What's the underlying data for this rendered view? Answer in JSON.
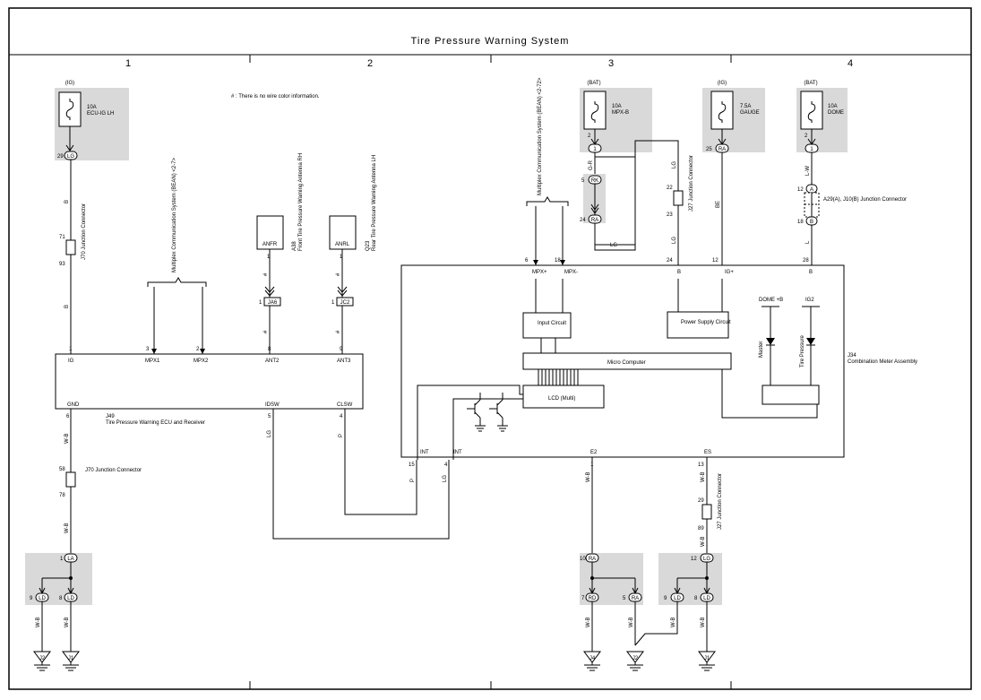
{
  "title": "Tire Pressure Warning System",
  "columns": [
    "1",
    "2",
    "3",
    "4"
  ],
  "note": "# : There is no wire color information.",
  "fuses": [
    {
      "supply": "(IG)",
      "rating": "10A",
      "name": "ECU-IG LH",
      "pin": "29",
      "conn": "LG"
    },
    {
      "supply": "(BAT)",
      "rating": "10A",
      "name": "MPX-B",
      "pin": "2",
      "conn": "1"
    },
    {
      "supply": "(IG)",
      "rating": "7.5A",
      "name": "GAUGE",
      "pin": "25",
      "conn": "RA"
    },
    {
      "supply": "(BAT)",
      "rating": "10A",
      "name": "DOME",
      "pin": "2",
      "conn": "1"
    }
  ],
  "ecu": {
    "label": "J49",
    "name": "Tire Pressure Warning ECU and Receiver",
    "top_pins": [
      "IG",
      "MPX1",
      "MPX2",
      "ANT2",
      "ANT3"
    ],
    "top_nums": [
      "1",
      "3",
      "2",
      "8",
      "9"
    ],
    "bottom_pins": [
      "GND",
      "IDSW",
      "CLSW"
    ],
    "bottom_nums": [
      "6",
      "5",
      "4"
    ]
  },
  "meter": {
    "label": "J34",
    "name": "Combination Meter Assembly",
    "top_pins": [
      "MPX+",
      "MPX-",
      "B",
      "IG+",
      "B"
    ],
    "top_nums": [
      "6",
      "18",
      "24",
      "12",
      "28"
    ],
    "bottom_pins": [
      "INT",
      "INT",
      "E2",
      "ES"
    ],
    "bottom_nums": [
      "15",
      "4",
      "1",
      "13"
    ],
    "input_circuit": "Input Circuit",
    "power_supply": "Power Supply Circuit",
    "micro": "Micro Computer",
    "lcd": "LCD (Multi)",
    "dome_b": "DOME +B",
    "ig2": "IG2",
    "master": "Master",
    "tire_pressure": "Tire Pressure"
  },
  "antennas": [
    {
      "code": "A38",
      "title": "Front Tire Pressure Warning Antenna RH",
      "pin": "ANFR",
      "num": "1",
      "conn_pin": "1",
      "conn": "JA6"
    },
    {
      "code": "Q23",
      "title": "Rear Tire Pressure Warning Antenna LH",
      "pin": "ANRL",
      "num": "1",
      "conn_pin": "1",
      "conn": "JC2"
    }
  ],
  "bus_labels": {
    "left": "Multiplex Communication System (BEAN) <2-7>",
    "right": "Multiplex Communication System (BEAN) <2-72>"
  },
  "connectors": {
    "j70a": {
      "label": "J70 Junction Connector",
      "top": "71",
      "bottom": "93"
    },
    "j70b": {
      "label": "J70 Junction Connector",
      "top": "58",
      "bottom": "78"
    },
    "j27a": {
      "label": "J27 Junction Connector",
      "top": "22",
      "bottom": "23"
    },
    "j27b": {
      "label": "J27 Junction Connector",
      "top": "29",
      "bottom": "89"
    },
    "a29": {
      "label": "A29(A), J10(B) Junction Connector",
      "top": "12",
      "bottom": "18",
      "a": "A",
      "b": "B"
    },
    "rk": {
      "top": "5",
      "top_conn": "RK",
      "bottom": "24",
      "bottom_conn": "RA"
    }
  },
  "wires": {
    "b": "B",
    "gr": "G-R",
    "lg": "LG",
    "be": "BE",
    "lw": "L-W",
    "l": "L",
    "wb": "W-B",
    "p": "P",
    "hash": "#"
  },
  "grounds": {
    "left": {
      "top": "1",
      "top_conn": "LA",
      "l": "9",
      "l_conn": "LD",
      "r": "8",
      "r_conn": "LD",
      "g1": "J2",
      "g2": "J1"
    },
    "mid": {
      "top": "10",
      "top_conn": "RA",
      "l": "7",
      "l_conn": "RD",
      "r": "5",
      "r_conn": "RA",
      "g1": "J4",
      "g2": "J2"
    },
    "right": {
      "top": "12",
      "top_conn": "LG",
      "l": "9",
      "l_conn": "LD",
      "r": "8",
      "r_conn": "LD",
      "g1": "J1"
    }
  }
}
